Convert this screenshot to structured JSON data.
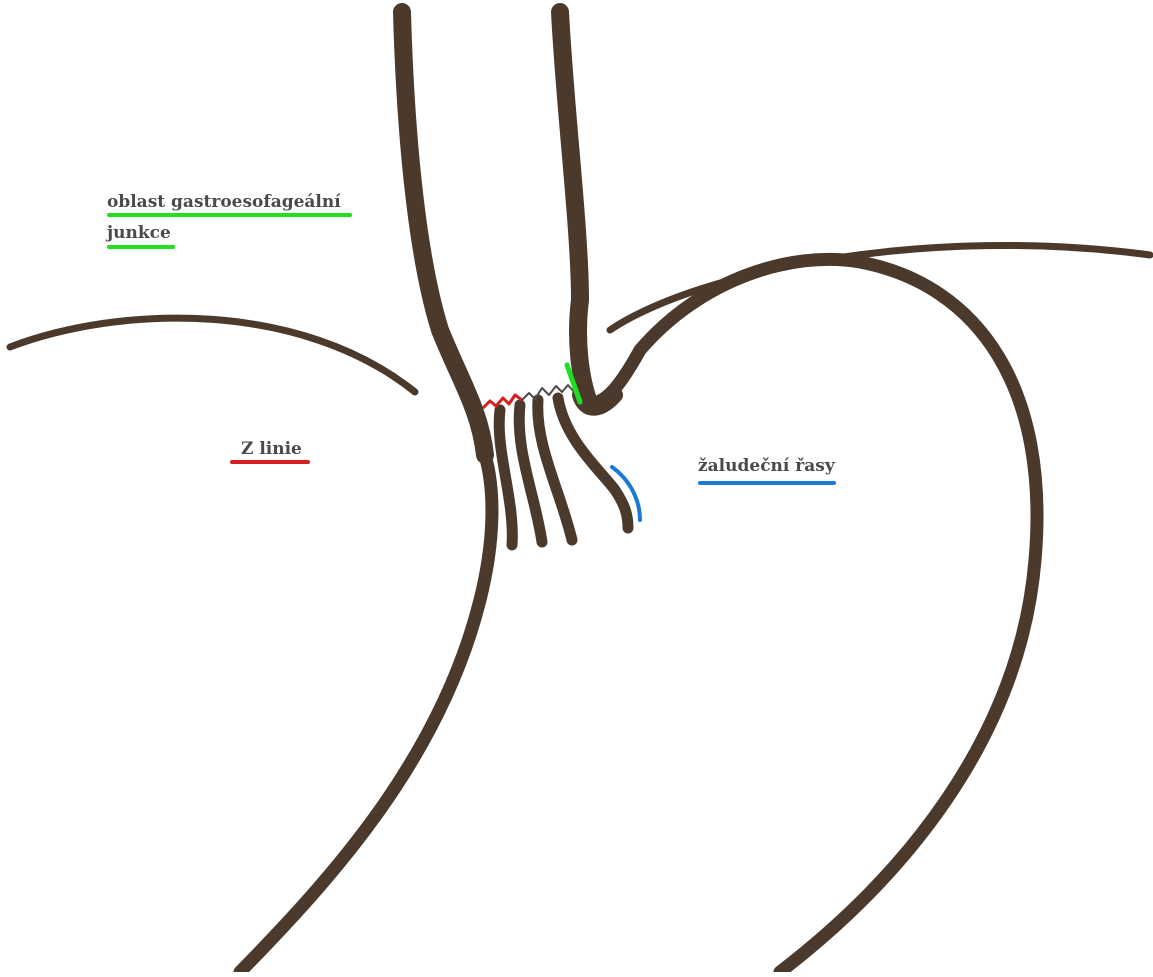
{
  "labels": {
    "gej_line1": "oblast gastroesofageální",
    "gej_line2": "junkce",
    "z_line": "Z linie",
    "gastric_folds": "žaludeční řasy"
  },
  "colors": {
    "tissue": "#4b3a2c",
    "gej": "#22dd22",
    "z_line": "#d42020",
    "gastric_folds": "#1a7ad4",
    "text": "#4a4a4a",
    "background": "#ffffff"
  }
}
